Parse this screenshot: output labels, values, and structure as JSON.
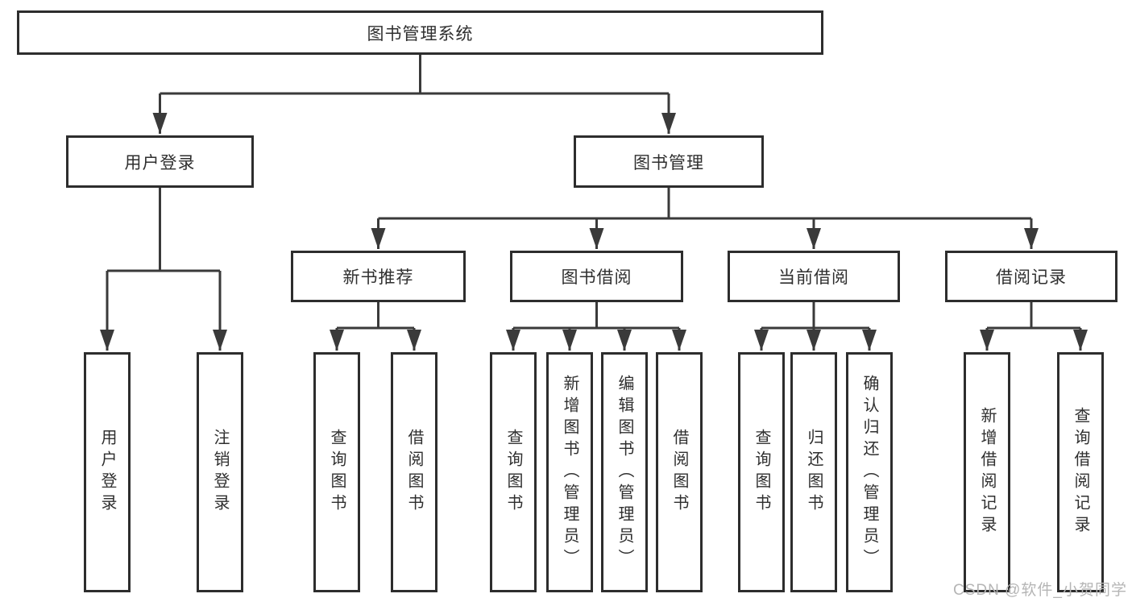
{
  "diagram": {
    "root": {
      "label": "图书管理系统"
    },
    "user_login": {
      "label": "用户登录",
      "children": [
        {
          "label": "用户登录"
        },
        {
          "label": "注销登录"
        }
      ]
    },
    "book_management": {
      "label": "图书管理",
      "sections": [
        {
          "label": "新书推荐",
          "children": [
            {
              "label": "查询图书"
            },
            {
              "label": "借阅图书"
            }
          ]
        },
        {
          "label": "图书借阅",
          "children": [
            {
              "label": "查询图书"
            },
            {
              "label": "新增图书（管理员）"
            },
            {
              "label": "编辑图书（管理员）"
            },
            {
              "label": "借阅图书"
            }
          ]
        },
        {
          "label": "当前借阅",
          "children": [
            {
              "label": "查询图书"
            },
            {
              "label": "归还图书"
            },
            {
              "label": "确认归还（管理员）"
            }
          ]
        },
        {
          "label": "借阅记录",
          "children": [
            {
              "label": "新增借阅记录"
            },
            {
              "label": "查询借阅记录"
            }
          ]
        }
      ]
    }
  },
  "watermark": {
    "text": "CSDN @软件_小贺同学"
  },
  "colors": {
    "line_color": "#3a3a3a",
    "box_border": "#2d2d2d",
    "text_color": "#2f2f2f",
    "watermark_color": "#b5b5b5",
    "bg_color": "#ffffff"
  }
}
